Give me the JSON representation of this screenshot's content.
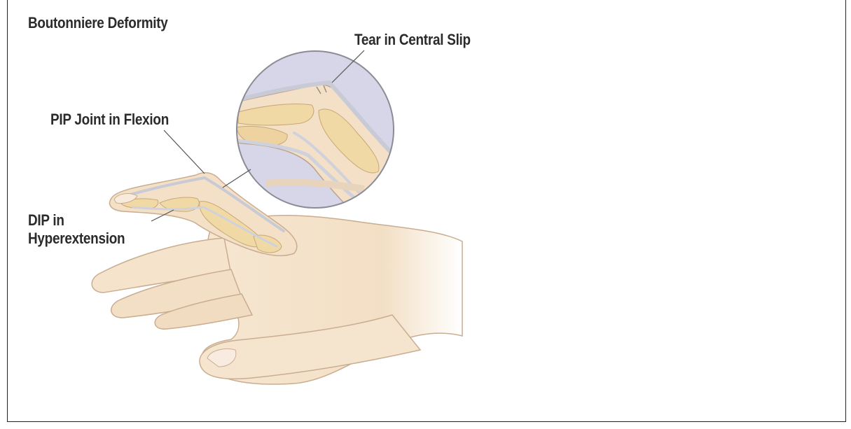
{
  "figure": {
    "title": "Boutonniere Deformity",
    "labels": {
      "tear": "Tear in Central Slip",
      "pip": "PIP Joint in Flexion",
      "dip_line1": "DIP in",
      "dip_line2": "Hyperextension"
    }
  },
  "colors": {
    "skin": "#f4e1c8",
    "skin_shadow": "#e2c4a2",
    "bone": "#f1d9a6",
    "tendon": "#cfd2dc",
    "magnifier_bg": "#d7d5e8",
    "outline": "#9a8f86",
    "text": "#2b2b2b"
  }
}
